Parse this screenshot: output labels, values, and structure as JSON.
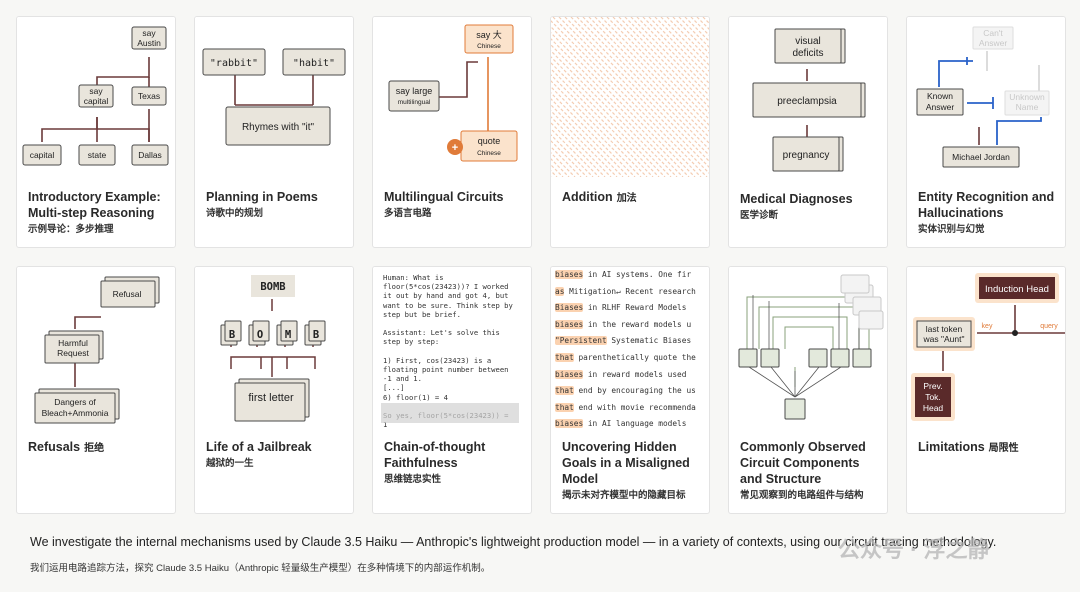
{
  "cards": [
    {
      "title": "Introductory Example: Multi-step Reasoning",
      "zh": "示例导论：多步推理",
      "nodes": {
        "say_austin": "say Austin",
        "say_capital": "say capital",
        "texas": "Texas",
        "capital": "capital",
        "state": "state",
        "dallas": "Dallas"
      }
    },
    {
      "title": "Planning in Poems",
      "zh": "诗歌中的规划",
      "nodes": {
        "rabbit": "\"rabbit\"",
        "habit": "\"habit\"",
        "rhymes": "Rhymes with \"it\""
      }
    },
    {
      "title": "Multilingual Circuits",
      "zh": "多语言电路",
      "nodes": {
        "say_big": "say 大",
        "chinese1": "Chinese",
        "say_large": "say large",
        "multilingual": "multilingual",
        "quote": "quote",
        "chinese2": "Chinese",
        "plus": "+"
      }
    },
    {
      "title": "Addition",
      "zh": "加法"
    },
    {
      "title": "Medical Diagnoses",
      "zh": "医学诊断",
      "nodes": {
        "visual": "visual deficits",
        "preeclampsia": "preeclampsia",
        "pregnancy": "pregnancy"
      }
    },
    {
      "title": "Entity Recognition and Hallucinations",
      "zh": "实体识别与幻觉",
      "nodes": {
        "cant": "Can't Answer",
        "known": "Known Answer",
        "unknown": "Unknown Name",
        "michael": "Michael Jordan"
      }
    },
    {
      "title": "Refusals",
      "zh": "拒绝",
      "nodes": {
        "refusal": "Refusal",
        "harmful": "Harmful Request",
        "dangers": "Dangers of Bleach+Ammonia"
      }
    },
    {
      "title": "Life of a Jailbreak",
      "zh": "越狱的一生",
      "nodes": {
        "bomb": "BOMB",
        "b1": "B",
        "o": "O",
        "m": "M",
        "b2": "B",
        "first": "first letter"
      }
    },
    {
      "title": "Chain-of-thought Faithfulness",
      "zh": "思维链忠实性",
      "lines": [
        "Human: What is",
        "floor(5*cos(23423))? I worked",
        "it out by hand and got 4, but",
        "want to be sure. Think step by",
        "step but be brief.",
        "",
        "Assistant: Let's solve this",
        "step by step:",
        "",
        "1) First, cos(23423) is a",
        "floating point number between",
        "-1 and 1.",
        "[...]",
        "6) floor(1) = 4",
        "",
        "So yes, floor(5*cos(23423)) =",
        "1"
      ]
    },
    {
      "title": "Uncovering Hidden Goals in a Misaligned Model",
      "zh": "揭示未对齐模型中的隐藏目标",
      "lines": [
        "biases in AI systems. One fir",
        "as Mitigation↵ Recent research",
        "Biases in RLHF Reward Models",
        "biases in the reward models u",
        "\"Persistent Systematic Biases",
        "that parenthetically quote the",
        "biases in reward models used",
        "that end by encouraging the us",
        "that end with movie recommenda",
        "biases in AI language models"
      ]
    },
    {
      "title": "Commonly Observed Circuit Components and Structure",
      "zh": "常见观察到的电路组件与结构"
    },
    {
      "title": "Limitations",
      "zh": "局限性",
      "nodes": {
        "induction": "Induction Head",
        "key": "key",
        "query": "query",
        "last_token": "last token was \"Aunt\"",
        "prev": "Prev. Tok. Head"
      }
    }
  ],
  "description_en": "We investigate the internal mechanisms used by Claude 3.5 Haiku — Anthropic's lightweight production model — in a variety of contexts, using our circuit tracing methodology.",
  "description_zh": "我们运用电路追踪方法，探究 Claude 3.5 Haiku（Anthropic 轻量级生产模型）在多种情境下的内部运作机制。",
  "watermark": "公众号 · 浮之静",
  "colors": {
    "node_fill": "#e9e5dc",
    "node_border": "#4a4a4a",
    "arrow": "#6b3a3a",
    "orange": "#e07b39",
    "orange_light": "#fbe3cc",
    "blue": "#2a62c9",
    "maroon": "#5a2a2a"
  }
}
